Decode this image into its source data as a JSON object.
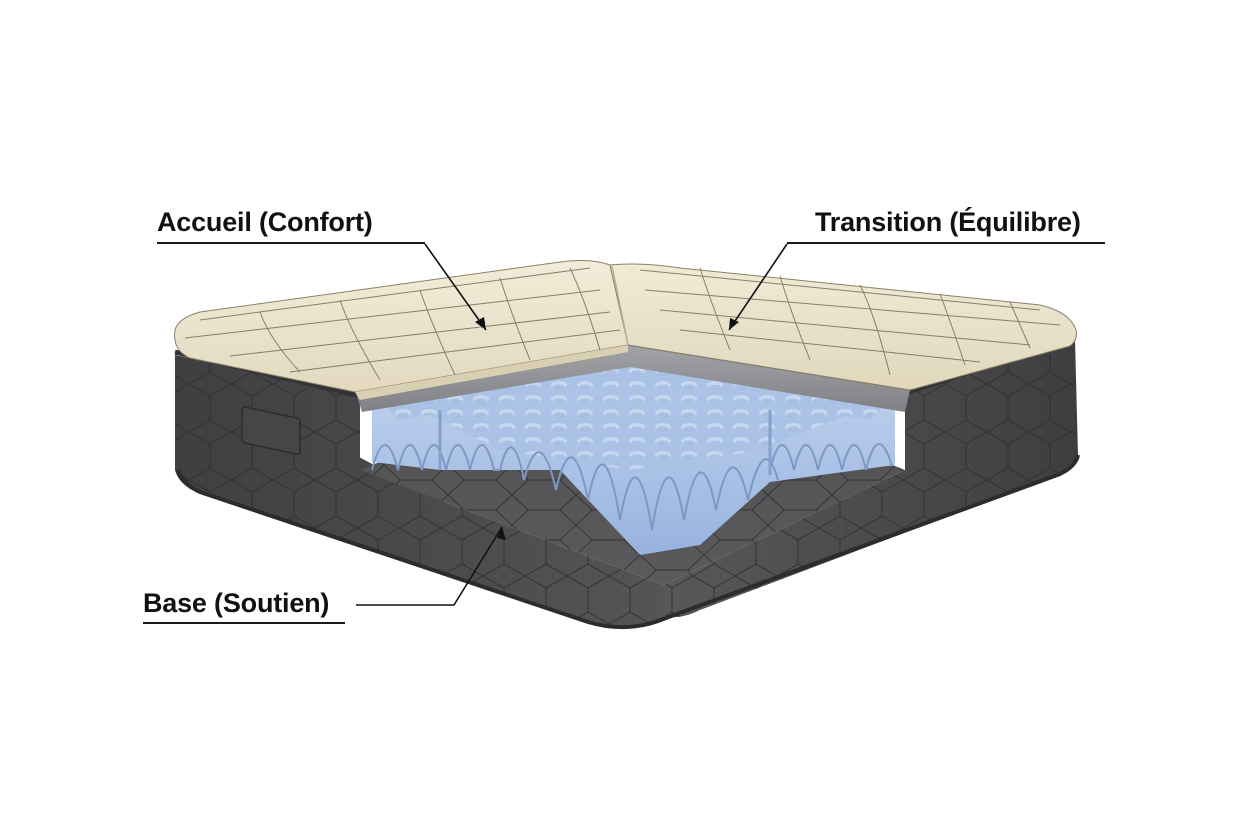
{
  "diagram": {
    "subject": "Mattress cutaway showing three foam layers",
    "colors": {
      "background": "#ffffff",
      "comfort_top": "#ece5cf",
      "comfort_seam": "#6e6650",
      "transition_plate": "#8d8f93",
      "support_foam_blue": "#a9c2e6",
      "base_cover": "#4a4a4c",
      "base_cover_dark": "#3b3b3d",
      "hex_line": "#2e2e30",
      "callout_line": "#111111"
    },
    "labels": [
      {
        "id": "comfort",
        "text": "Accueil (Confort)",
        "points_to": "top quilted comfort layer"
      },
      {
        "id": "transition",
        "text": "Transition (Équilibre)",
        "points_to": "top quilted layer, right section"
      },
      {
        "id": "base",
        "text": "Base (Soutien)",
        "points_to": "grey hexagon-patterned base"
      }
    ]
  }
}
